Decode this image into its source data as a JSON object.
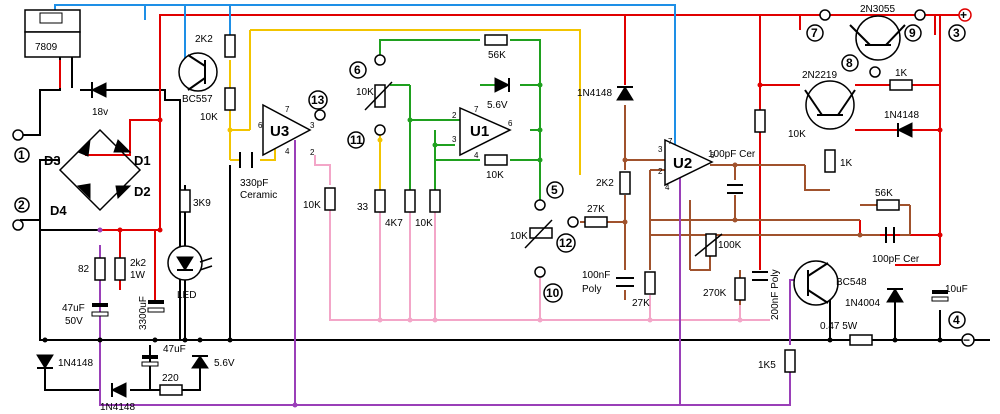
{
  "labels": {
    "reg": "7809",
    "z18": "18v",
    "d1": "D1",
    "d2": "D2",
    "d3": "D3",
    "d4": "D4",
    "r2k2a": "2K2",
    "r10ka": "10K",
    "bc557": "BC557",
    "r3k9": "3K9",
    "r82": "82",
    "r2k2b": "2k2",
    "r2k2b_w": "1W",
    "c47a": "47uF",
    "c47a_v": "50V",
    "c3300": "3300uF",
    "c47b": "47uF",
    "led": "LED",
    "d1n4148a": "1N4148",
    "d1n4148b": "1N4148",
    "r220": "220",
    "z56a": "5.6V",
    "c330": "330pF",
    "c330b": "Ceramic",
    "r10kb": "10K",
    "r33": "33",
    "r4k7": "4K7",
    "r10kc": "10K",
    "pot10ka": "10K",
    "r56ka": "56K",
    "z56b": "5.6V",
    "r10ke": "10K",
    "pot10kb": "10K",
    "r27ka": "27K",
    "d1n4148c": "1N4148",
    "r2k2c": "2K2",
    "c100n": "100nF",
    "c100n_t": "Poly",
    "r27kb": "27K",
    "c100pa": "100pF Cer",
    "pot100k": "100K",
    "r270k": "270K",
    "c200n": "200nF Poly",
    "r10kd": "10K",
    "t2n3055": "2N3055",
    "t2n2219": "2N2219",
    "r1ka": "1K",
    "d1n4148d": "1N4148",
    "r1kb": "1K",
    "r56kb": "56K",
    "c100pb": "100pF Cer",
    "bc548": "BC548",
    "d1n4004": "1N4004",
    "c10u": "10uF",
    "r047": "0.47 5W",
    "r1k5": "1K5"
  },
  "opamps": {
    "u1": "U1",
    "u2": "U2",
    "u3": "U3"
  },
  "pins": {
    "two": "2",
    "three": "3",
    "four": "4",
    "six": "6",
    "seven": "7"
  },
  "points": {
    "p5": "5",
    "p6": "6",
    "p7": "7",
    "p8": "8",
    "p9": "9",
    "p10": "10",
    "p11": "11",
    "p12": "12",
    "p13": "13"
  },
  "terminals": {
    "t1": "1",
    "t2": "2",
    "t3": "3",
    "t4": "4",
    "plus": "+",
    "minus": "−"
  },
  "colors": {
    "red_wire": "#e00000",
    "blue_wire": "#1e8fe6",
    "yellow_wire": "#f2c400",
    "green_wire": "#1fa01f",
    "brown_wire": "#a0522d",
    "pink_wire": "#f3a6c8",
    "purple_wire": "#9a3fb8",
    "ground_wire": "#000000"
  }
}
